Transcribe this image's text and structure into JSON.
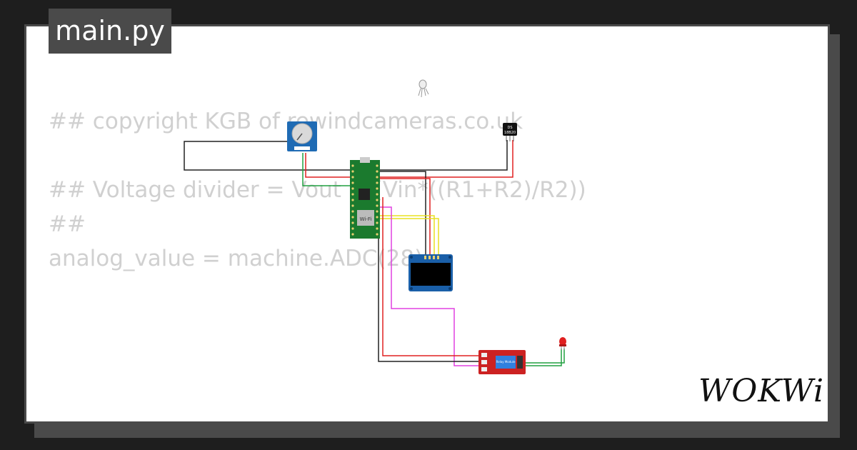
{
  "editor": {
    "filename": "main.py"
  },
  "code": {
    "lines": [
      "## copyright KGB of rewindcameras.co.uk",
      "## Voltage divider = Vout = (Vin*((R1+R2)/R2))",
      "##",
      "analog_value = machine.ADC(28)"
    ]
  },
  "components": {
    "sensor_label_top": "DS",
    "sensor_label_bottom": "18B20",
    "mcu_label": "Wi-Fi",
    "relay_label": "Relay Module"
  },
  "brand": {
    "logo_text": "WOKWi"
  },
  "colors": {
    "card_border": "#4a4a4a",
    "code_text": "#d0d0d0",
    "board_green": "#1b7a2e",
    "oled_blue": "#1a5fa8",
    "relay_red": "#cc2222",
    "wire_red": "#e02020",
    "wire_black": "#222222",
    "wire_green": "#20a040",
    "wire_yellow": "#e8e020",
    "wire_magenta": "#e040e0"
  }
}
